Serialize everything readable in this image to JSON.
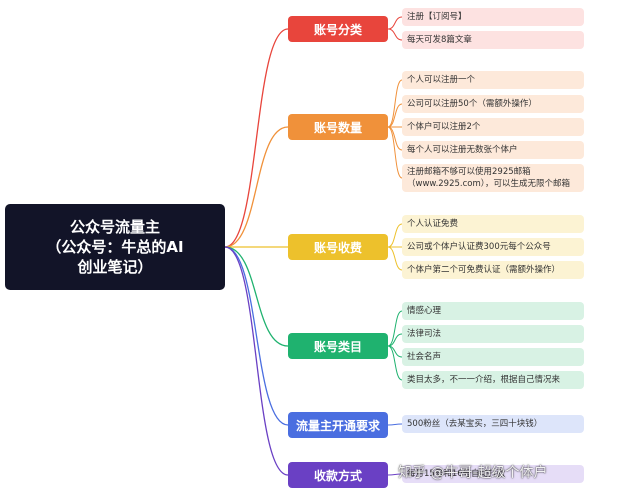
{
  "root": {
    "lines": [
      "公众号流量主",
      "（公众号：牛总的AI",
      "创业笔记）"
    ],
    "color": "#121428"
  },
  "branches": [
    {
      "label": "账号分类",
      "color": "#e8453c",
      "leaf_bg": "#fde2e1",
      "leaves": [
        "注册【订阅号】",
        "每天可发8篇文章"
      ]
    },
    {
      "label": "账号数量",
      "color": "#f0913a",
      "leaf_bg": "#fde9da",
      "leaves": [
        "个人可以注册一个",
        "公司可以注册50个（需额外操作）",
        "个体户可以注册2个",
        "每个人可以注册无数张个体户",
        "注册邮箱不够可以使用2925邮箱（www.2925.com），可以生成无限个邮箱"
      ]
    },
    {
      "label": "账号收费",
      "color": "#edc12c",
      "leaf_bg": "#fcf3d3",
      "leaves": [
        "个人认证免费",
        "公司或个体户认证费300元每个公众号",
        "个体户第二个可免费认证（需额外操作）"
      ]
    },
    {
      "label": "账号类目",
      "color": "#1fb26f",
      "leaf_bg": "#d8f2e4",
      "leaves": [
        "情感心理",
        "法律司法",
        "社会名声",
        "类目太多，不一一介绍，根据自己情况来"
      ]
    },
    {
      "label": "流量主开通要求",
      "color": "#4a6ee0",
      "leaf_bg": "#dde5fa",
      "leaves": [
        "500粉丝（去某宝买，三四十块钱）"
      ]
    },
    {
      "label": "收款方式",
      "color": "#6a40c4",
      "leaf_bg": "#e6ddf7",
      "leaves": [
        "每月15号和16号自动打款"
      ]
    }
  ],
  "watermark": "知乎 @牛哥-超级个体户"
}
